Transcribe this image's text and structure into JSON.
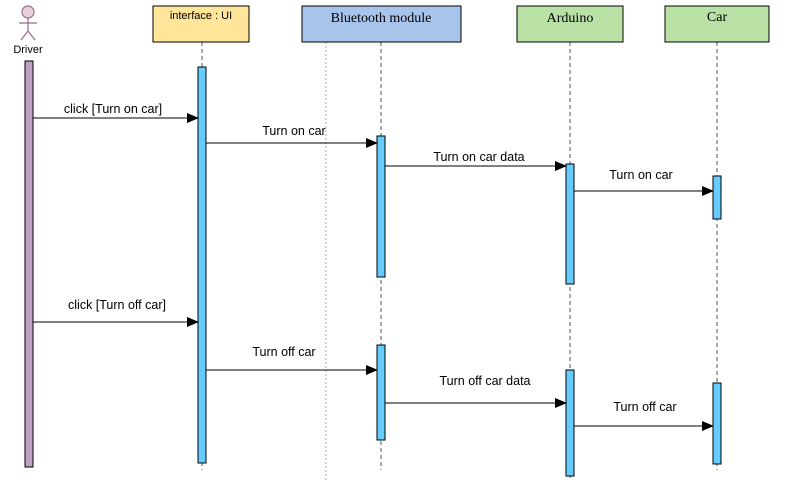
{
  "actor": {
    "label": "Driver"
  },
  "participants": [
    {
      "id": "ui",
      "label": "interface : UI",
      "fill": "#ffe599"
    },
    {
      "id": "bt",
      "label": "Bluetooth module",
      "fill": "#a9c4eb"
    },
    {
      "id": "arduino",
      "label": "Arduino",
      "fill": "#b9e0a5"
    },
    {
      "id": "car",
      "label": "Car",
      "fill": "#b9e0a5"
    }
  ],
  "messages": [
    {
      "id": "m1",
      "from": "driver",
      "to": "ui",
      "label": "click [Turn on car]"
    },
    {
      "id": "m2",
      "from": "ui",
      "to": "bt",
      "label": "Turn on car"
    },
    {
      "id": "m3",
      "from": "bt",
      "to": "arduino",
      "label": "Turn on car data"
    },
    {
      "id": "m4",
      "from": "arduino",
      "to": "car",
      "label": "Turn on car"
    },
    {
      "id": "m5",
      "from": "driver",
      "to": "ui",
      "label": "click [Turn off car]"
    },
    {
      "id": "m6",
      "from": "ui",
      "to": "bt",
      "label": "Turn off car"
    },
    {
      "id": "m7",
      "from": "bt",
      "to": "arduino",
      "label": "Turn off car data"
    },
    {
      "id": "m8",
      "from": "arduino",
      "to": "car",
      "label": "Turn off car"
    }
  ],
  "colors": {
    "activation": "#66ccff",
    "driver_bar": "#c1a1c1",
    "line": "#000000",
    "actor_head": "#e6d0de",
    "actor_outline": "#9a6b8a",
    "lifeline": "#555555"
  }
}
